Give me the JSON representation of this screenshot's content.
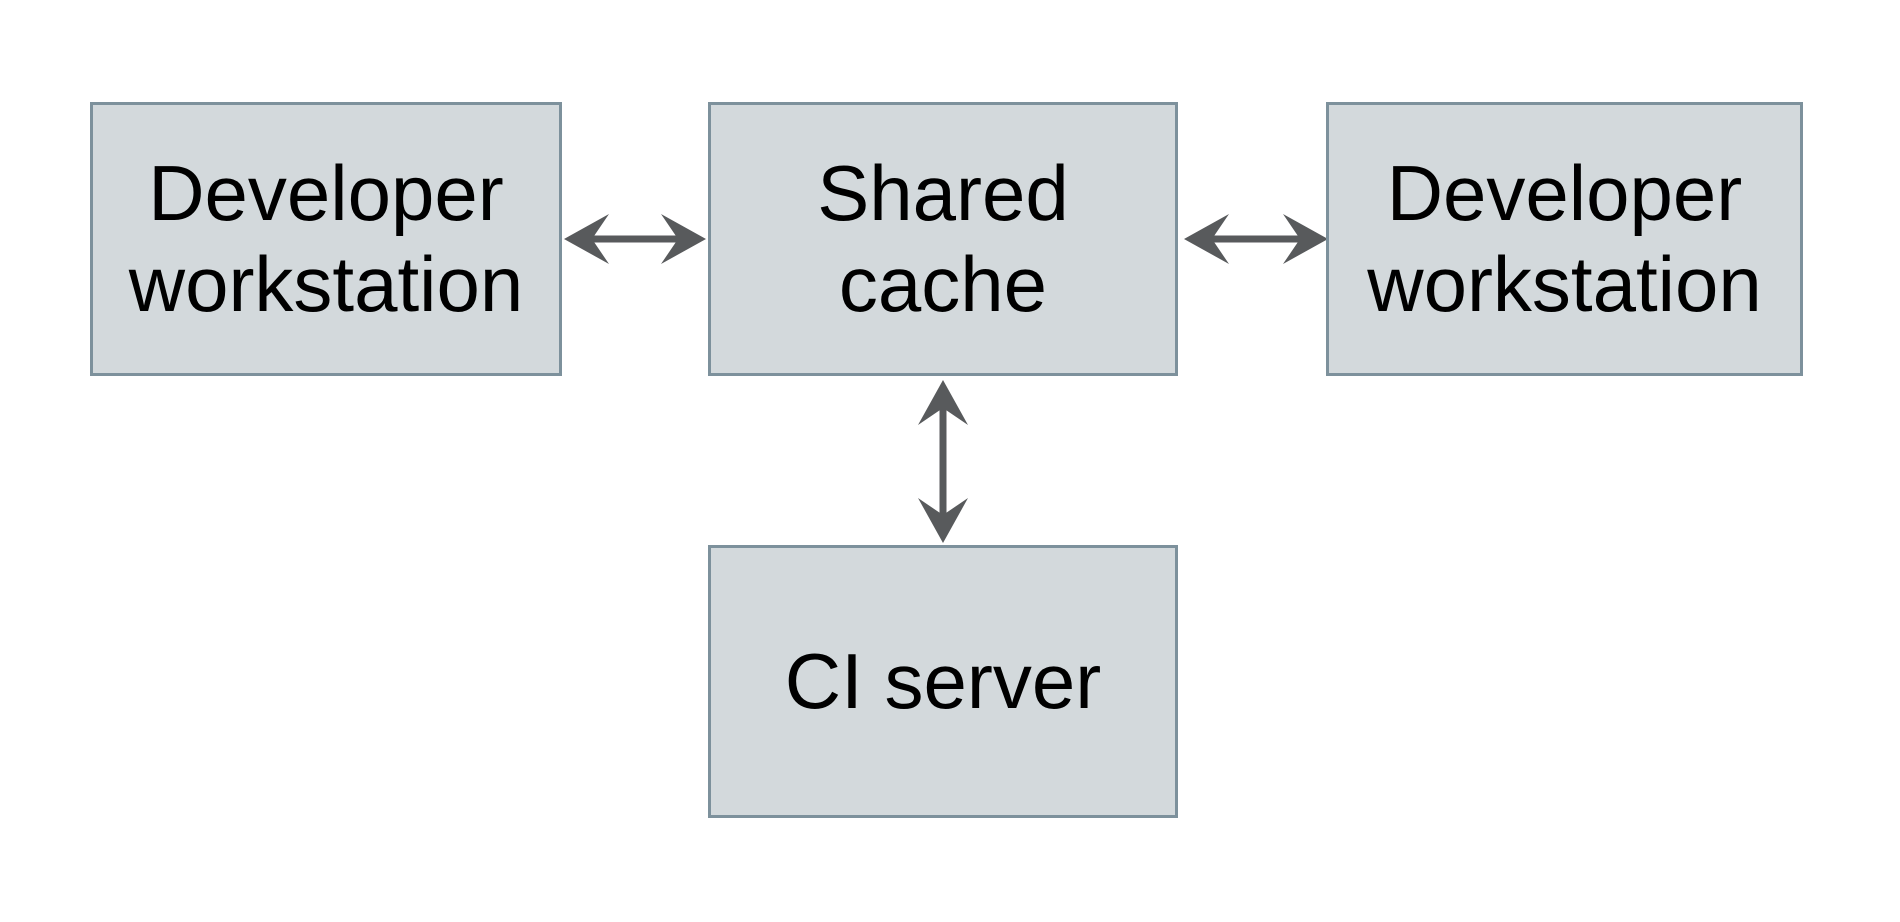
{
  "colors": {
    "background": "#ffffff",
    "node_fill": "#d3d9dc",
    "node_border": "#7d919c",
    "arrow": "#585a5c",
    "text": "#000000"
  },
  "nodes": {
    "dev_workstation_left": {
      "line1": "Developer",
      "line2": "workstation"
    },
    "shared_cache": {
      "line1": "Shared",
      "line2": "cache"
    },
    "dev_workstation_right": {
      "line1": "Developer",
      "line2": "workstation"
    },
    "ci_server": {
      "line1": "CI server"
    }
  },
  "edges": [
    {
      "from": "dev_workstation_left",
      "to": "shared_cache",
      "direction": "bidirectional"
    },
    {
      "from": "dev_workstation_right",
      "to": "shared_cache",
      "direction": "bidirectional"
    },
    {
      "from": "ci_server",
      "to": "shared_cache",
      "direction": "bidirectional"
    }
  ]
}
